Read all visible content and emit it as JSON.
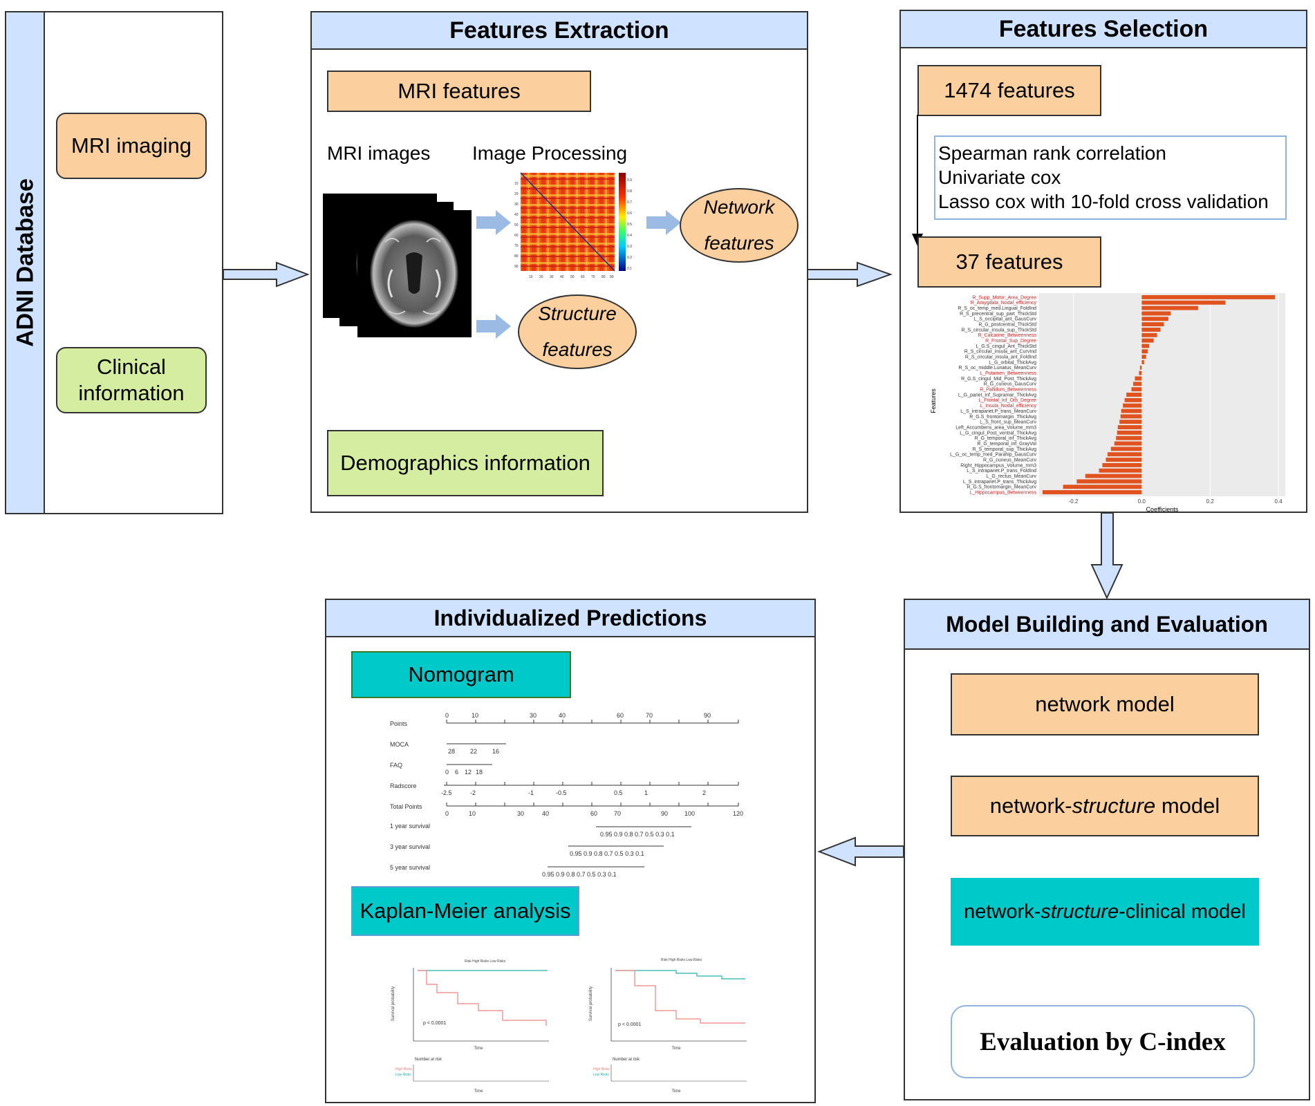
{
  "database": {
    "title": "ADNI Database",
    "mri": "MRI imaging",
    "clinical": [
      "Clinical",
      "information"
    ]
  },
  "extraction": {
    "title": "Features Extraction",
    "mri_features": "MRI features",
    "mri_images": "MRI images",
    "image_processing": "Image Processing",
    "network": [
      "Network",
      "features"
    ],
    "structure": [
      "Structure",
      "features"
    ],
    "demographics": "Demographics information",
    "matrix_axis": [
      "10",
      "20",
      "30",
      "40",
      "50",
      "60",
      "70",
      "80",
      "90"
    ],
    "colorbar_ticks": [
      "0.9",
      "0.8",
      "0.7",
      "0.6",
      "0.5",
      "0.4",
      "0.3",
      "0.2",
      "0.1"
    ]
  },
  "selection": {
    "title": "Features Selection",
    "n_start": "1474 features",
    "methods": [
      "Spearman rank correlation",
      "Univariate cox",
      "Lasso cox with 10-fold cross validation"
    ],
    "n_end": "37 features",
    "chart_data": {
      "type": "bar",
      "orientation": "horizontal",
      "ylabel": "Features",
      "xlabel": "Coefficients",
      "xticks": [
        "-0.2",
        "0.0",
        "0.2",
        "0.4"
      ],
      "xlim": [
        -0.3,
        0.42
      ],
      "bar_color": "#e0531f",
      "features": [
        {
          "name": "R_Supp_Motor_Area_Degree",
          "value": 0.39,
          "red": true
        },
        {
          "name": "R_Amygdala_Nodal_efficiency",
          "value": 0.245,
          "red": true
        },
        {
          "name": "R_S_oc_temp_med.Lingual_FoldInd",
          "value": 0.165,
          "red": false
        },
        {
          "name": "R_S_precentral_sup_part_ThickStd",
          "value": 0.085,
          "red": false
        },
        {
          "name": "L_S_occipital_ant_GausCurv",
          "value": 0.078,
          "red": false
        },
        {
          "name": "R_G_postcentral_ThickStd",
          "value": 0.065,
          "red": false
        },
        {
          "name": "R_S_circular_insula_sup_ThickStd",
          "value": 0.055,
          "red": false
        },
        {
          "name": "R_Calcarine_Betweenness",
          "value": 0.045,
          "red": true
        },
        {
          "name": "R_Frontal_Sup_Degree",
          "value": 0.035,
          "red": true
        },
        {
          "name": "L_G.S_cingul_Ant_ThickStd",
          "value": 0.022,
          "red": false
        },
        {
          "name": "R_S_circular_insula_ant_CurvInd",
          "value": 0.018,
          "red": false
        },
        {
          "name": "R_S_circular_insula_ant_FoldInd",
          "value": 0.013,
          "red": false
        },
        {
          "name": "L_G_orbital_ThickAvg",
          "value": 0.007,
          "red": false
        },
        {
          "name": "R_S_oc_middle.Lunatus_MeanCurv",
          "value": -0.005,
          "red": false
        },
        {
          "name": "L_Putamen_Betweenness",
          "value": -0.008,
          "red": true
        },
        {
          "name": "R_G.S_cingul_Mid_Post_ThickAvg",
          "value": -0.02,
          "red": false
        },
        {
          "name": "R_G_cuneus_GausCurv",
          "value": -0.025,
          "red": false
        },
        {
          "name": "R_Pallidum_Betweenness",
          "value": -0.03,
          "red": true
        },
        {
          "name": "L_G_pariet_inf_Supramar_ThickAvg",
          "value": -0.045,
          "red": false
        },
        {
          "name": "L_Frontal_Inf_Orb_Degree",
          "value": -0.05,
          "red": true
        },
        {
          "name": "L_Insula_Nodal_efficiency",
          "value": -0.055,
          "red": true
        },
        {
          "name": "L_S_intrapariet.P_trans_MeanCurv",
          "value": -0.06,
          "red": false
        },
        {
          "name": "R_G.S_frontomargin_ThickAvg",
          "value": -0.062,
          "red": false
        },
        {
          "name": "L_S_front_sup_MeanCurv",
          "value": -0.065,
          "red": false
        },
        {
          "name": "Left_Accumbens_area_Volume_mm3",
          "value": -0.07,
          "red": false
        },
        {
          "name": "L_G_cingul_Post_ventral_ThickAvg",
          "value": -0.072,
          "red": false
        },
        {
          "name": "R_G_temporal_inf_ThickAvg",
          "value": -0.075,
          "red": false
        },
        {
          "name": "R_G_temporal_inf_GrayVol",
          "value": -0.08,
          "red": false
        },
        {
          "name": "R_S_temporal_sup_ThickAvg",
          "value": -0.09,
          "red": false
        },
        {
          "name": "L_G_oc_temp_med_Parahip_GausCurv",
          "value": -0.1,
          "red": false
        },
        {
          "name": "R_G_cuneus_MeanCurv",
          "value": -0.105,
          "red": false
        },
        {
          "name": "Right_Hippocampus_Volume_mm3",
          "value": -0.115,
          "red": false
        },
        {
          "name": "L_S_intrapariet.P_trans_FoldInd",
          "value": -0.125,
          "red": false
        },
        {
          "name": "L_G_rectus_MeanCurv",
          "value": -0.165,
          "red": false
        },
        {
          "name": "L_S_intrapariet.P_trans_ThickAvg",
          "value": -0.19,
          "red": false
        },
        {
          "name": "R_G.S_frontomargin_MeanCurv",
          "value": -0.23,
          "red": false
        },
        {
          "name": "L_Hippocampus_Betweenness",
          "value": -0.29,
          "red": true
        }
      ]
    }
  },
  "model": {
    "title": "Model Building and Evaluation",
    "network": "network model",
    "ns": {
      "a": "network-",
      "b": "structure",
      "c": " model"
    },
    "nsc": {
      "a": "network-",
      "b": "structure",
      "c": "-clinical model"
    },
    "eval": "Evaluation by C-index"
  },
  "predictions": {
    "title": "Individualized Predictions",
    "nomogram": "Nomogram",
    "km": "Kaplan-Meier analysis",
    "nomo_rows": [
      "Points",
      "MOCA",
      "FAQ",
      "Radscore",
      "Total Points",
      "1 year survival",
      "3 year survival",
      "5 year survival"
    ],
    "km_plots": [
      {
        "legend": "Risk  High Risks  Low Risks",
        "p": "p < 0.0001",
        "ylabel": "Survival probability",
        "xlabel": "Time",
        "risk_title": "Number at risk",
        "risk_rows": [
          "High Risks",
          "Low Risks"
        ],
        "risk_label": "Risk"
      },
      {
        "legend": "Risk  High Risks  Low Risks",
        "p": "p < 0.0001",
        "ylabel": "Survival probability",
        "xlabel": "Time",
        "risk_title": "Number at risk",
        "risk_rows": [
          "High Risks",
          "Low Risks"
        ],
        "risk_label": "Risk"
      }
    ],
    "colors": {
      "high": "#f08080",
      "low": "#20b2aa"
    }
  },
  "colors": {
    "header": "#cfe2ff",
    "orange": "#fbcf9e",
    "green": "#d4eda0",
    "teal": "#00c9c9",
    "arrow": "#cfe2ff"
  }
}
